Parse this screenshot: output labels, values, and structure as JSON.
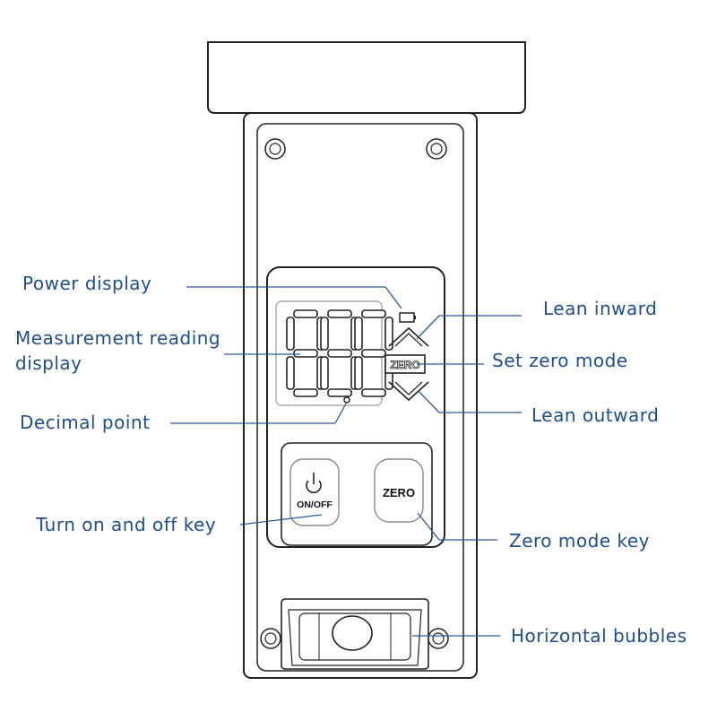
{
  "labels": {
    "power_display": "Power display",
    "measurement_reading_display_line1": "Measurement reading",
    "measurement_reading_display_line2": "display",
    "decimal_point": "Decimal point",
    "turn_on_off_key": "Turn on and off key",
    "lean_inward": "Lean inward",
    "set_zero_mode": "Set zero mode",
    "lean_outward": "Lean outward",
    "zero_mode_key": "Zero mode key",
    "horizontal_bubbles": "Horizontal bubbles"
  },
  "device": {
    "zero_indicator": "ZERO",
    "power_button_label": "ON/OFF",
    "zero_button_label": "ZERO"
  },
  "colors": {
    "label_text": "#1f4e8c",
    "leader_line": "#2b5a9b",
    "outline": "#222222"
  }
}
